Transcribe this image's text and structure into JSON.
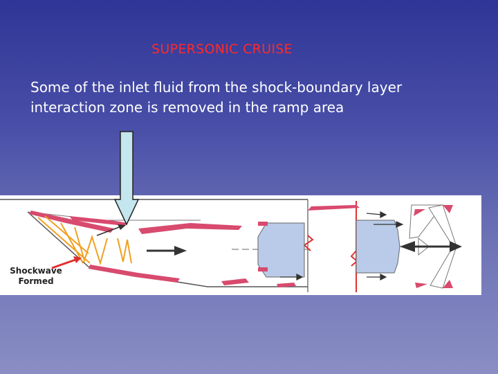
{
  "slide": {
    "title": "SUPERSONIC CRUISE",
    "body": "Some of the  inlet fluid from the shock-boundary layer interaction zone is removed in the ramp area"
  },
  "diagram": {
    "shockwave_label_line1": "Shockwave",
    "shockwave_label_line2": "Formed"
  },
  "colors": {
    "title": "#ff2a2a",
    "body_text": "#ffffff",
    "engine_pink": "#d84a6e",
    "engine_blue": "#b9cbe8",
    "shock_orange": "#f0a020",
    "indicator_arrow": "#c4e6ee"
  },
  "icons": {
    "indicator": "down-arrow-icon",
    "flow": "flow-arrow-icon"
  }
}
